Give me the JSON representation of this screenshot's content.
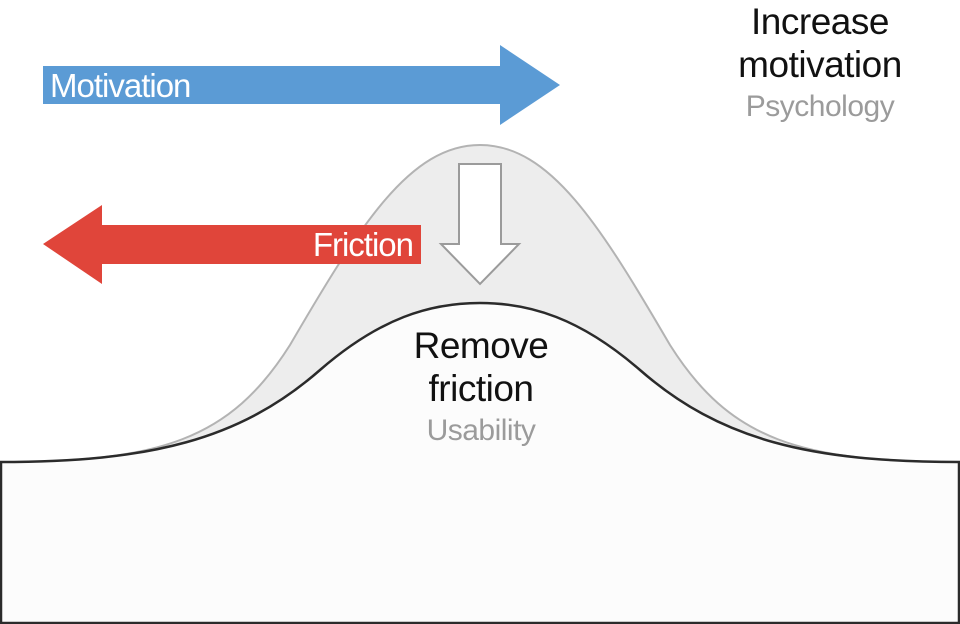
{
  "motivation_arrow": {
    "label": "Motivation",
    "color": "#5b9bd5"
  },
  "friction_arrow": {
    "label": "Friction",
    "color": "#e0453a"
  },
  "increase_motivation": {
    "title_line1": "Increase",
    "title_line2": "motivation",
    "subtitle": "Psychology"
  },
  "remove_friction": {
    "title_line1": "Remove",
    "title_line2": "friction",
    "subtitle": "Usability"
  },
  "colors": {
    "tall_curve_fill": "#ededed",
    "tall_curve_stroke": "#b3b3b3",
    "low_curve_fill": "#fcfcfc",
    "low_curve_stroke": "#2b2b2b",
    "subtitle_text": "#9b9b9b",
    "title_text": "#111111"
  }
}
